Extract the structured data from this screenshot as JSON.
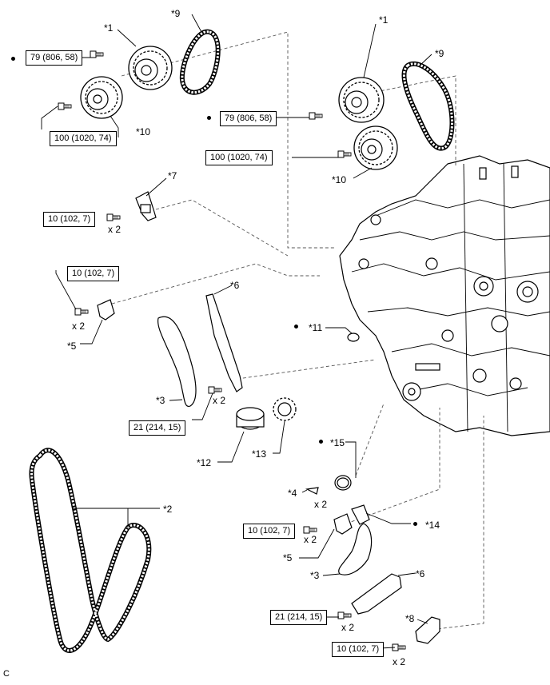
{
  "callouts": {
    "c1_top": "*1",
    "c9_top": "*9",
    "c1_right": "*1",
    "c9_right": "*9",
    "c10_left": "*10",
    "c10_right": "*10",
    "c7": "*7",
    "c6_top": "*6",
    "c5_left": "*5",
    "c11": "*11",
    "c3_left": "*3",
    "c12": "*12",
    "c13": "*13",
    "c15": "*15",
    "c2": "*2",
    "c4": "*4",
    "c14": "*14",
    "c5_bottom": "*5",
    "c3_bottom": "*3",
    "c6_bottom": "*6",
    "c8": "*8"
  },
  "torque_specs": {
    "t1": "79 (806, 58)",
    "t2": "100 (1020, 74)",
    "t3": "79 (806, 58)",
    "t4": "100 (1020, 74)",
    "t5": "10 (102, 7)",
    "t6": "10 (102, 7)",
    "t7": "21 (214, 15)",
    "t8": "10 (102, 7)",
    "t9": "21 (214, 15)",
    "t10": "10 (102, 7)"
  },
  "quantities": {
    "q1": "x 2",
    "q2": "x 2",
    "q3": "x 2",
    "q4": "x 2",
    "q5": "x 2",
    "q6": "x 2",
    "q7": "x 2"
  },
  "corner_code": "C"
}
